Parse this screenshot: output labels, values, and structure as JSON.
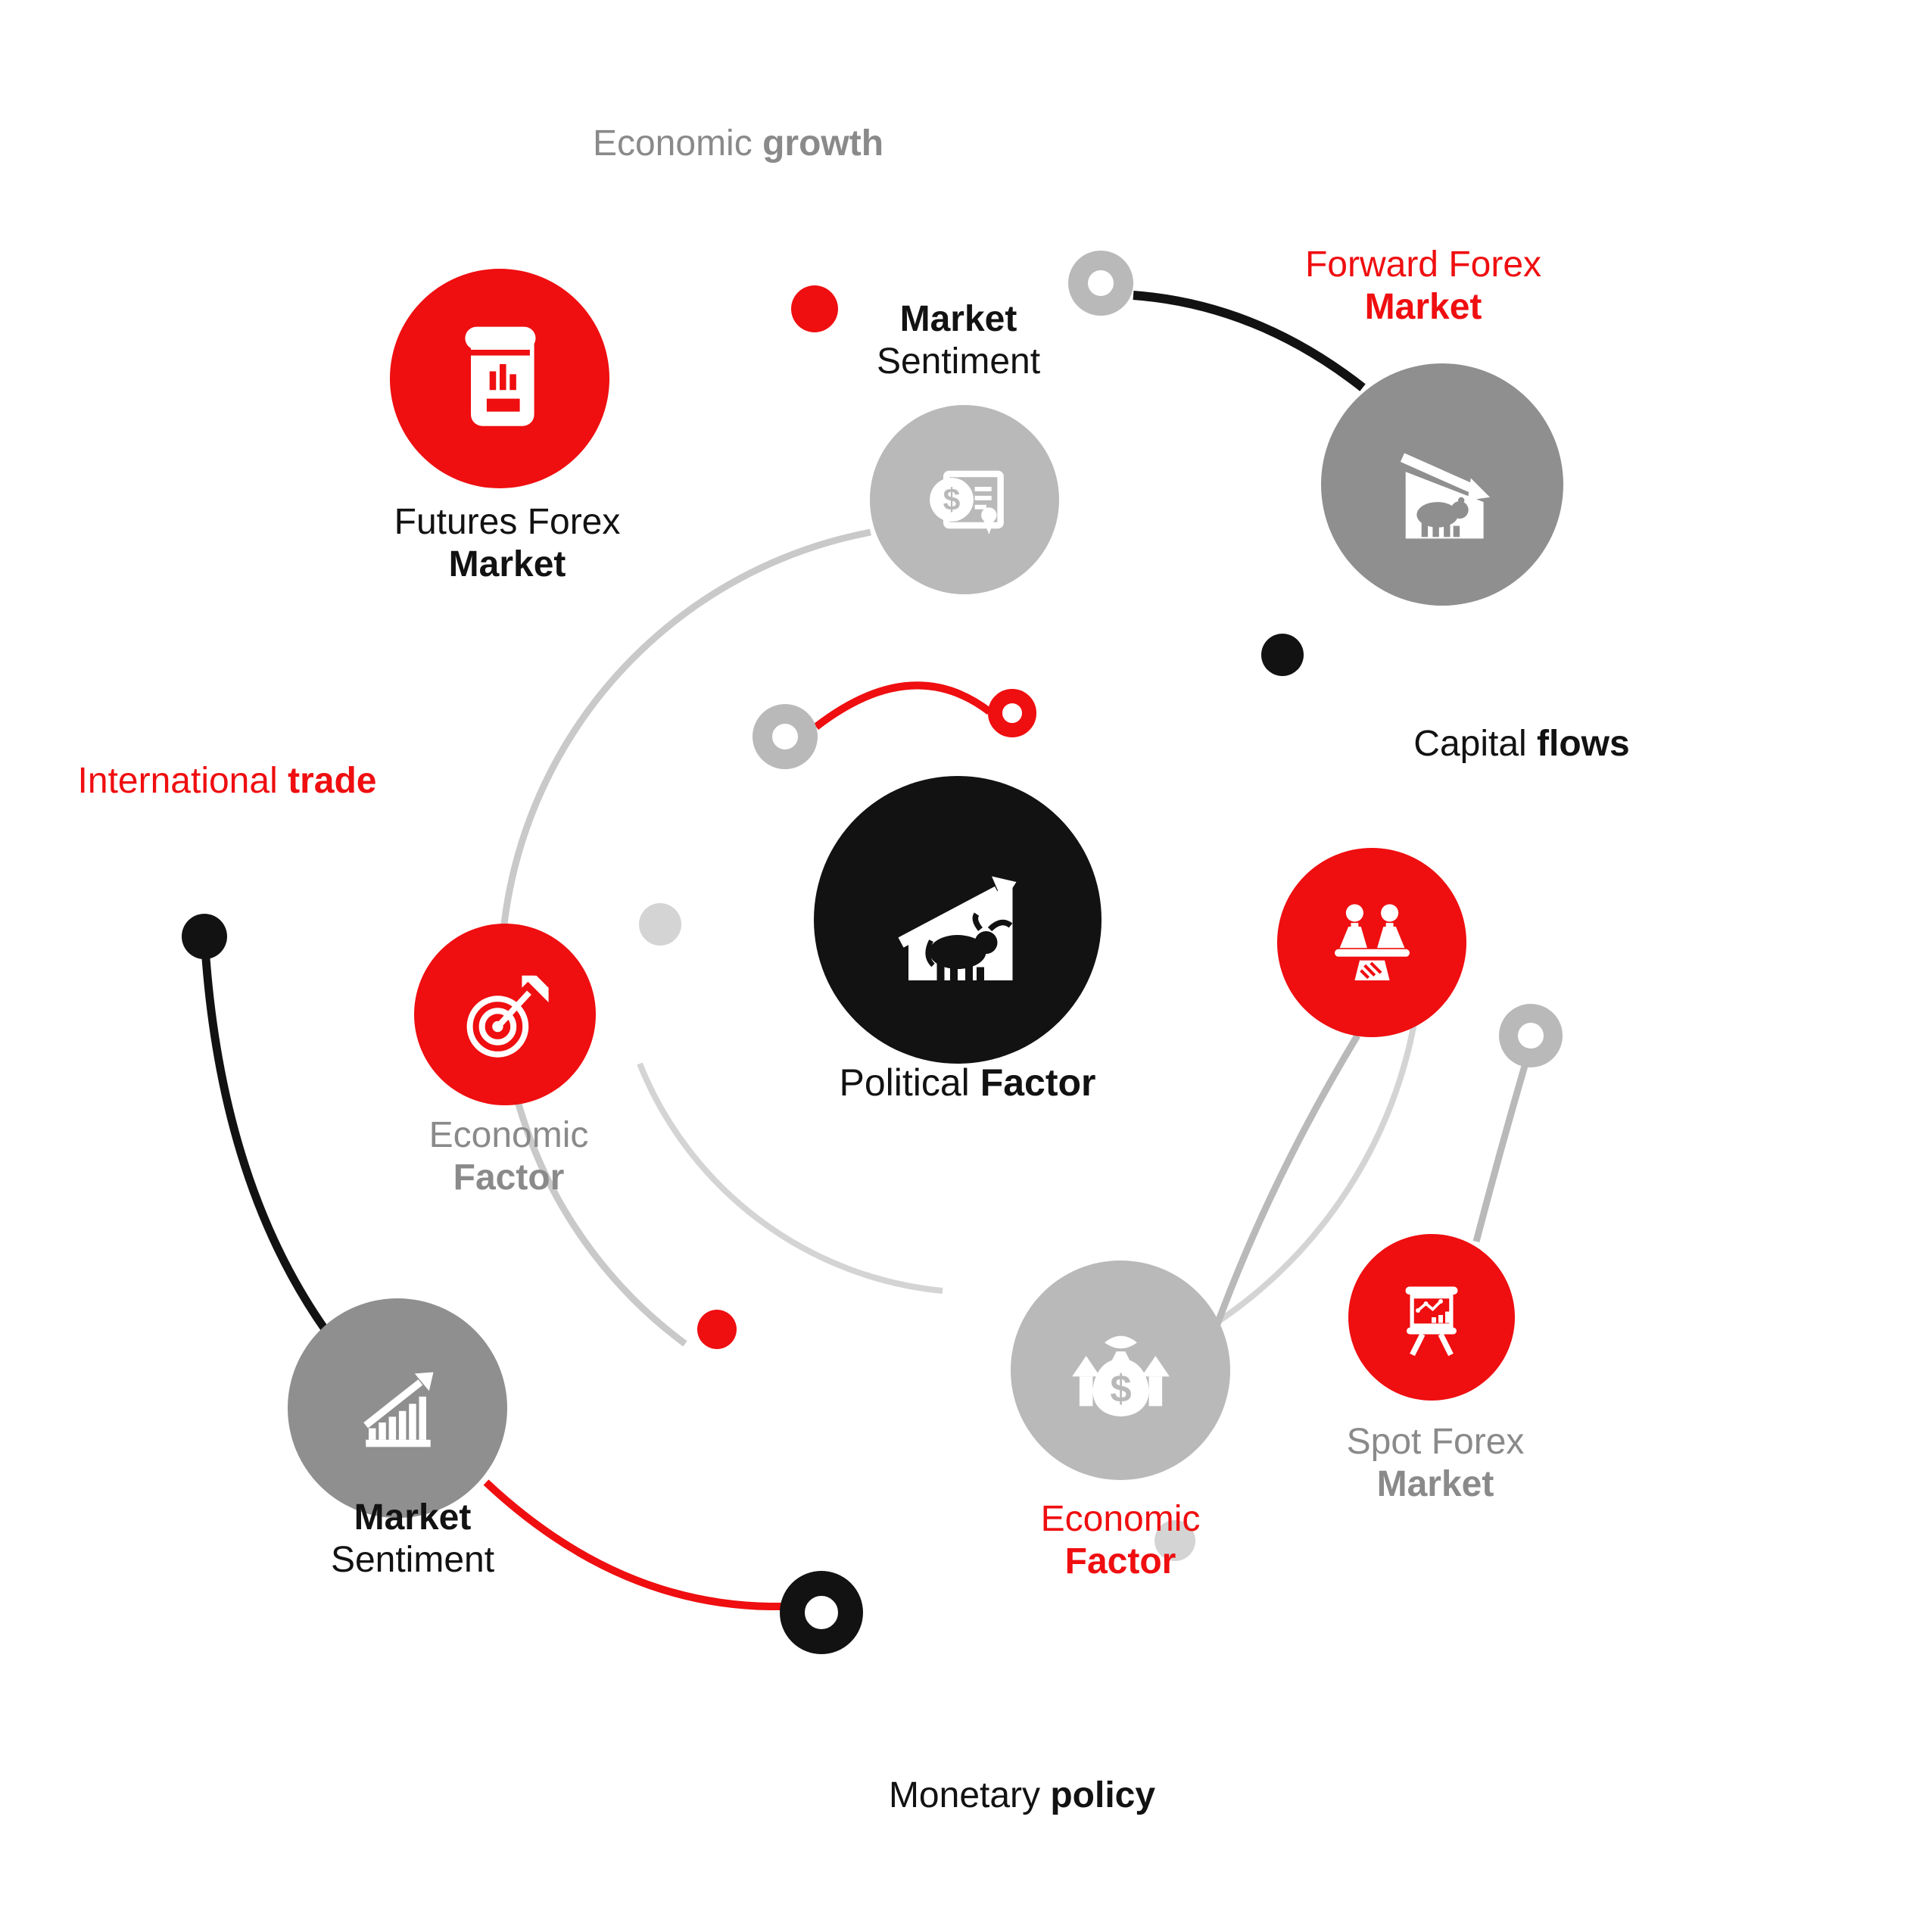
{
  "title": "Forex market influencing factors infographic",
  "colors": {
    "red": "#ef0e10",
    "black": "#121212",
    "gray_dark": "#8f8f8f",
    "gray_mid": "#b9b9b9",
    "gray_light": "#d4d4d4",
    "text_gray": "#8a8a8a",
    "white": "#ffffff"
  },
  "nodes": {
    "futures": {
      "icon": "book-chart-icon",
      "line1": "Futures Forex",
      "line2": "Market"
    },
    "certificate": {
      "icon": "certificate-dollar-icon"
    },
    "forward": {
      "icon": "bear-decline-icon",
      "line1": "Forward Forex",
      "line2": "Market"
    },
    "political": {
      "icon": "bull-rise-icon",
      "label_regular": "Political ",
      "label_bold": "Factor"
    },
    "target": {
      "icon": "target-dart-icon",
      "line1": "Economic",
      "line2": "Factor"
    },
    "handshake": {
      "icon": "handshake-deal-icon"
    },
    "moneybag": {
      "icon": "money-bag-growth-icon",
      "line1": "Economic",
      "line2": "Factor"
    },
    "spot": {
      "icon": "presentation-chart-icon",
      "line1": "Spot Forex",
      "line2": "Market"
    },
    "sentiment": {
      "icon": "growth-bars-icon",
      "line1": "Market",
      "line2": "Sentiment"
    }
  },
  "floating_labels": {
    "economic_growth": {
      "regular": "Economic ",
      "bold": "growth"
    },
    "market_sentiment": {
      "bold": "Market",
      "regular": "Sentiment"
    },
    "international_trade": {
      "regular": "International ",
      "bold": "trade"
    },
    "capital_flows": {
      "regular": "Capital ",
      "bold": "flows"
    },
    "monetary_policy": {
      "regular": "Monetary ",
      "bold": "policy"
    }
  }
}
